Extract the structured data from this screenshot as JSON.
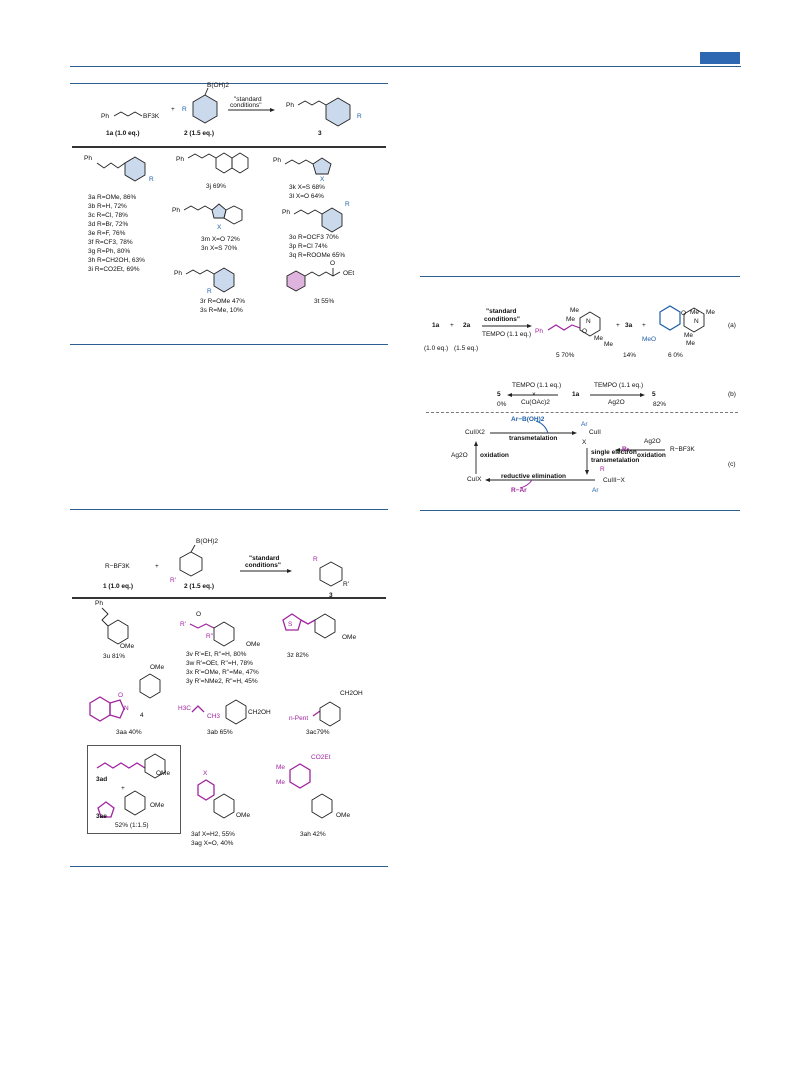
{
  "header": {
    "tab_color": "#2e68b3",
    "rule_color": "#2e5f93"
  },
  "scheme1": {
    "reagent1": "Ph",
    "bf3k": "BF3K",
    "plus": "+",
    "boronic": "B(OH)2",
    "r_label": "R",
    "arrow_top": "\"standard",
    "arrow_bottom": "conditions\"",
    "prod_ph": "Ph",
    "prod_r": "R",
    "lbl_1a": "1a (1.0 eq.)",
    "lbl_2": "2 (1.5 eq.)",
    "lbl_3": "3",
    "col1": {
      "ph": "Ph",
      "r": "R",
      "entries": [
        "3a R=OMe, 86%",
        "3b R=H, 72%",
        "3c R=Cl, 78%",
        "3d R=Br, 72%",
        "3e R=F, 76%",
        "3f R=CF3, 78%",
        "3g R=Ph, 80%",
        "3h R=CH2OH, 63%",
        "3i R=CO2Et, 69%"
      ]
    },
    "col2": {
      "ph_3j": "Ph",
      "lbl_3j": "3j 69%",
      "ph_3m": "Ph",
      "x_3m": "X",
      "lbl_3m": "3m X=O 72%",
      "lbl_3n": "3n X=S 70%",
      "ph_3r": "Ph",
      "r_3r": "R",
      "lbl_3r": "3r R=OMe 47%",
      "lbl_3s": "3s R=Me, 10%"
    },
    "col3": {
      "ph_3k": "Ph",
      "x_3k": "X",
      "lbl_3k": "3k X=S 68%",
      "lbl_3l": "3l X=O 64%",
      "ph_3o": "Ph",
      "r_3o": "R",
      "lbl_3o": "3o R=OCF3 70%",
      "lbl_3p": "3p R=Cl 74%",
      "lbl_3q": "3q R=ROOMe 65%",
      "o_3t": "O",
      "oet_3t": "OEt",
      "lbl_3t": "3t 55%"
    }
  },
  "scheme2": {
    "r_bf3k": "R−BF3K",
    "plus": "+",
    "boronic": "B(OH)2",
    "r_prime": "R'",
    "arrow_top": "\"standard",
    "arrow_bottom": "conditions\"",
    "prod_r": "R",
    "prod_rp": "R'",
    "lbl_1": "1 (1.0 eq.)",
    "lbl_2": "2 (1.5 eq.)",
    "lbl_3": "3",
    "ome": "OMe",
    "products": {
      "ph_3u": "Ph",
      "lbl_3u": "3u 81%",
      "r1_3v": "R'",
      "o_3v": "O",
      "r2_3v": "R''",
      "lbl_3v": "3v   R'=Et, R''=H, 80%",
      "lbl_3w": "3w   R'=OEt, R''=H, 78%",
      "lbl_3x": "3x   R'=OMe, R''=Me, 47%",
      "lbl_3y": "3y   R'=NMe2, R''=H, 45%",
      "s_3z": "S",
      "lbl_3z": "3z 82%",
      "o_3aa": "O",
      "n_3aa": "N",
      "sub_3aa": "4",
      "lbl_3aa": "3aa 40%",
      "ch3_3ab": "H3C",
      "ch3b_3ab": "CH3",
      "ch2oh_3ab": "CH2OH",
      "lbl_3ab": "3ab 65%",
      "pent_3ac": "n-Pent",
      "ch2oh_3ac": "CH2OH",
      "lbl_3ac": "3ac79%",
      "lbl_3ad": "3ad",
      "plus_box": "+",
      "lbl_3ae": "3ae",
      "lbl_box": "52% (1:1.5)",
      "x_3af": "X",
      "lbl_3af": "3af  X=H2, 55%",
      "lbl_3ag": "3ag X=O, 40%",
      "me1_3ah": "Me",
      "me2_3ah": "Me",
      "co2et_3ah": "CO2Et",
      "lbl_3ah": "3ah 42%"
    }
  },
  "scheme3": {
    "a": {
      "r_1a": "1a",
      "plus1": "+",
      "r_2a": "2a",
      "arrow_top": "\"standard",
      "arrow_mid": "conditions\"",
      "arrow_bottom": "TEMPO (1.1 eq.)",
      "eq_1a": "(1.0 eq.)",
      "eq_2a": "(1.5 eq.)",
      "ph": "Ph",
      "me1": "Me",
      "me2": "Me",
      "me3": "Me",
      "me4": "Me",
      "n": "N",
      "o": "O",
      "plus2": "+",
      "p_3a": "3a",
      "plus3": "+",
      "meo": "MeO",
      "o6": "O",
      "n6": "N",
      "me6a": "Me",
      "me6b": "Me",
      "me6c": "Me",
      "me6d": "Me",
      "lbl_5": "5  70%",
      "lbl_3a": "14%",
      "lbl_6": "6   0%",
      "tag": "(a)"
    },
    "b": {
      "left_prod": "5",
      "left_top": "TEMPO (1.1 eq.)",
      "left_bottom": "Cu(OAc)2",
      "cross": "×",
      "center": "1a",
      "right_top": "TEMPO (1.1 eq.)",
      "right_bottom": "Ag2O",
      "right_prod": "5",
      "left_yield": "0%",
      "right_yield": "82%",
      "tag": "(b)"
    },
    "c": {
      "cu2x2": "CuIIX2",
      "ar_boh2": "Ar−B(OH)2",
      "transmetalation": "transmetalation",
      "ar1": "Ar",
      "cu2": "CuII",
      "x1": "X",
      "ag2o_left": "Ag2O",
      "oxidation_left": "oxidation",
      "single": "single electron",
      "trans2": "transmetalation",
      "r_dot": "R•",
      "ag2o_right": "Ag2O",
      "oxidation_right": "oxidation",
      "r_bf3k": "R−BF3K",
      "red_elim": "reductive elimination",
      "cu1x": "CuIX",
      "r_ar": "R−Ar",
      "r2": "R",
      "cu3": "CuIII−X",
      "ar2": "Ar",
      "tag": "(c)"
    }
  }
}
